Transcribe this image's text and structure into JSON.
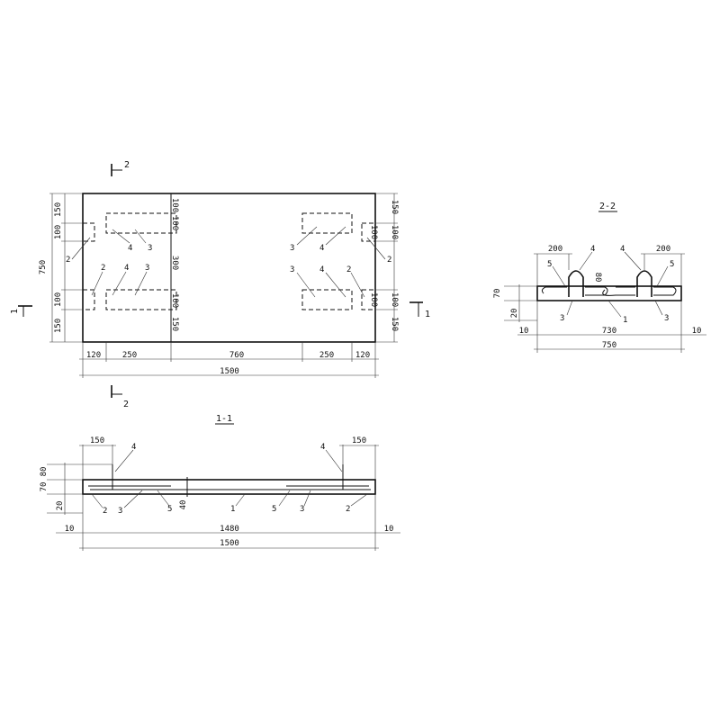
{
  "plan": {
    "sec_mark_top": "2",
    "sec_mark_bottom": "2",
    "sec_mark_left": "1",
    "sec_mark_right": "1",
    "dim_left_top": "150",
    "dim_left_100a": "100",
    "dim_left_750": "750",
    "dim_left_100b": "100",
    "dim_left_bottom": "150",
    "dim_mid_100a": "100",
    "dim_mid_300": "300",
    "dim_mid_100b": "100",
    "dim_mid_150b": "150",
    "dim_right_150a": "150",
    "dim_right_100a": "100",
    "dim_right_100b": "100",
    "dim_right_150b": "150",
    "dim_r_inner_100a": "100",
    "dim_r_inner_100b": "100",
    "dim_bot_120a": "120",
    "dim_bot_250a": "250",
    "dim_bot_760": "760",
    "dim_bot_250b": "250",
    "dim_bot_120b": "120",
    "dim_total": "1500",
    "lbl_2_ul": "2",
    "lbl_4_ul": "4",
    "lbl_3_ul": "3",
    "lbl_2_ll": "2",
    "lbl_4_ll": "4",
    "lbl_3_ll": "3",
    "lbl_3_ur": "3",
    "lbl_4_ur": "4",
    "lbl_2_ur": "2",
    "lbl_3_lr": "3",
    "lbl_4_lr": "4",
    "lbl_2_lr": "2"
  },
  "section22": {
    "title": "2-2",
    "dim_200a": "200",
    "dim_200b": "200",
    "lbl_4a": "4",
    "lbl_4b": "4",
    "lbl_5a": "5",
    "lbl_5b": "5",
    "dim_80": "80",
    "dim_70": "70",
    "dim_20": "20",
    "lbl_3a": "3",
    "lbl_3b": "3",
    "lbl_1": "1",
    "dim_10a": "10",
    "dim_730": "730",
    "dim_10b": "10",
    "dim_750": "750"
  },
  "section11": {
    "title": "1-1",
    "dim_150a": "150",
    "dim_150b": "150",
    "lbl_4a": "4",
    "lbl_4b": "4",
    "dim_80": "80",
    "dim_70": "70",
    "dim_20": "20",
    "dim_40": "40",
    "lbl_2a": "2",
    "lbl_3a": "3",
    "lbl_5a": "5",
    "lbl_1": "1",
    "lbl_5b": "5",
    "lbl_3b": "3",
    "lbl_2b": "2",
    "dim_10a": "10",
    "dim_1480": "1480",
    "dim_10b": "10",
    "dim_1500": "1500"
  }
}
